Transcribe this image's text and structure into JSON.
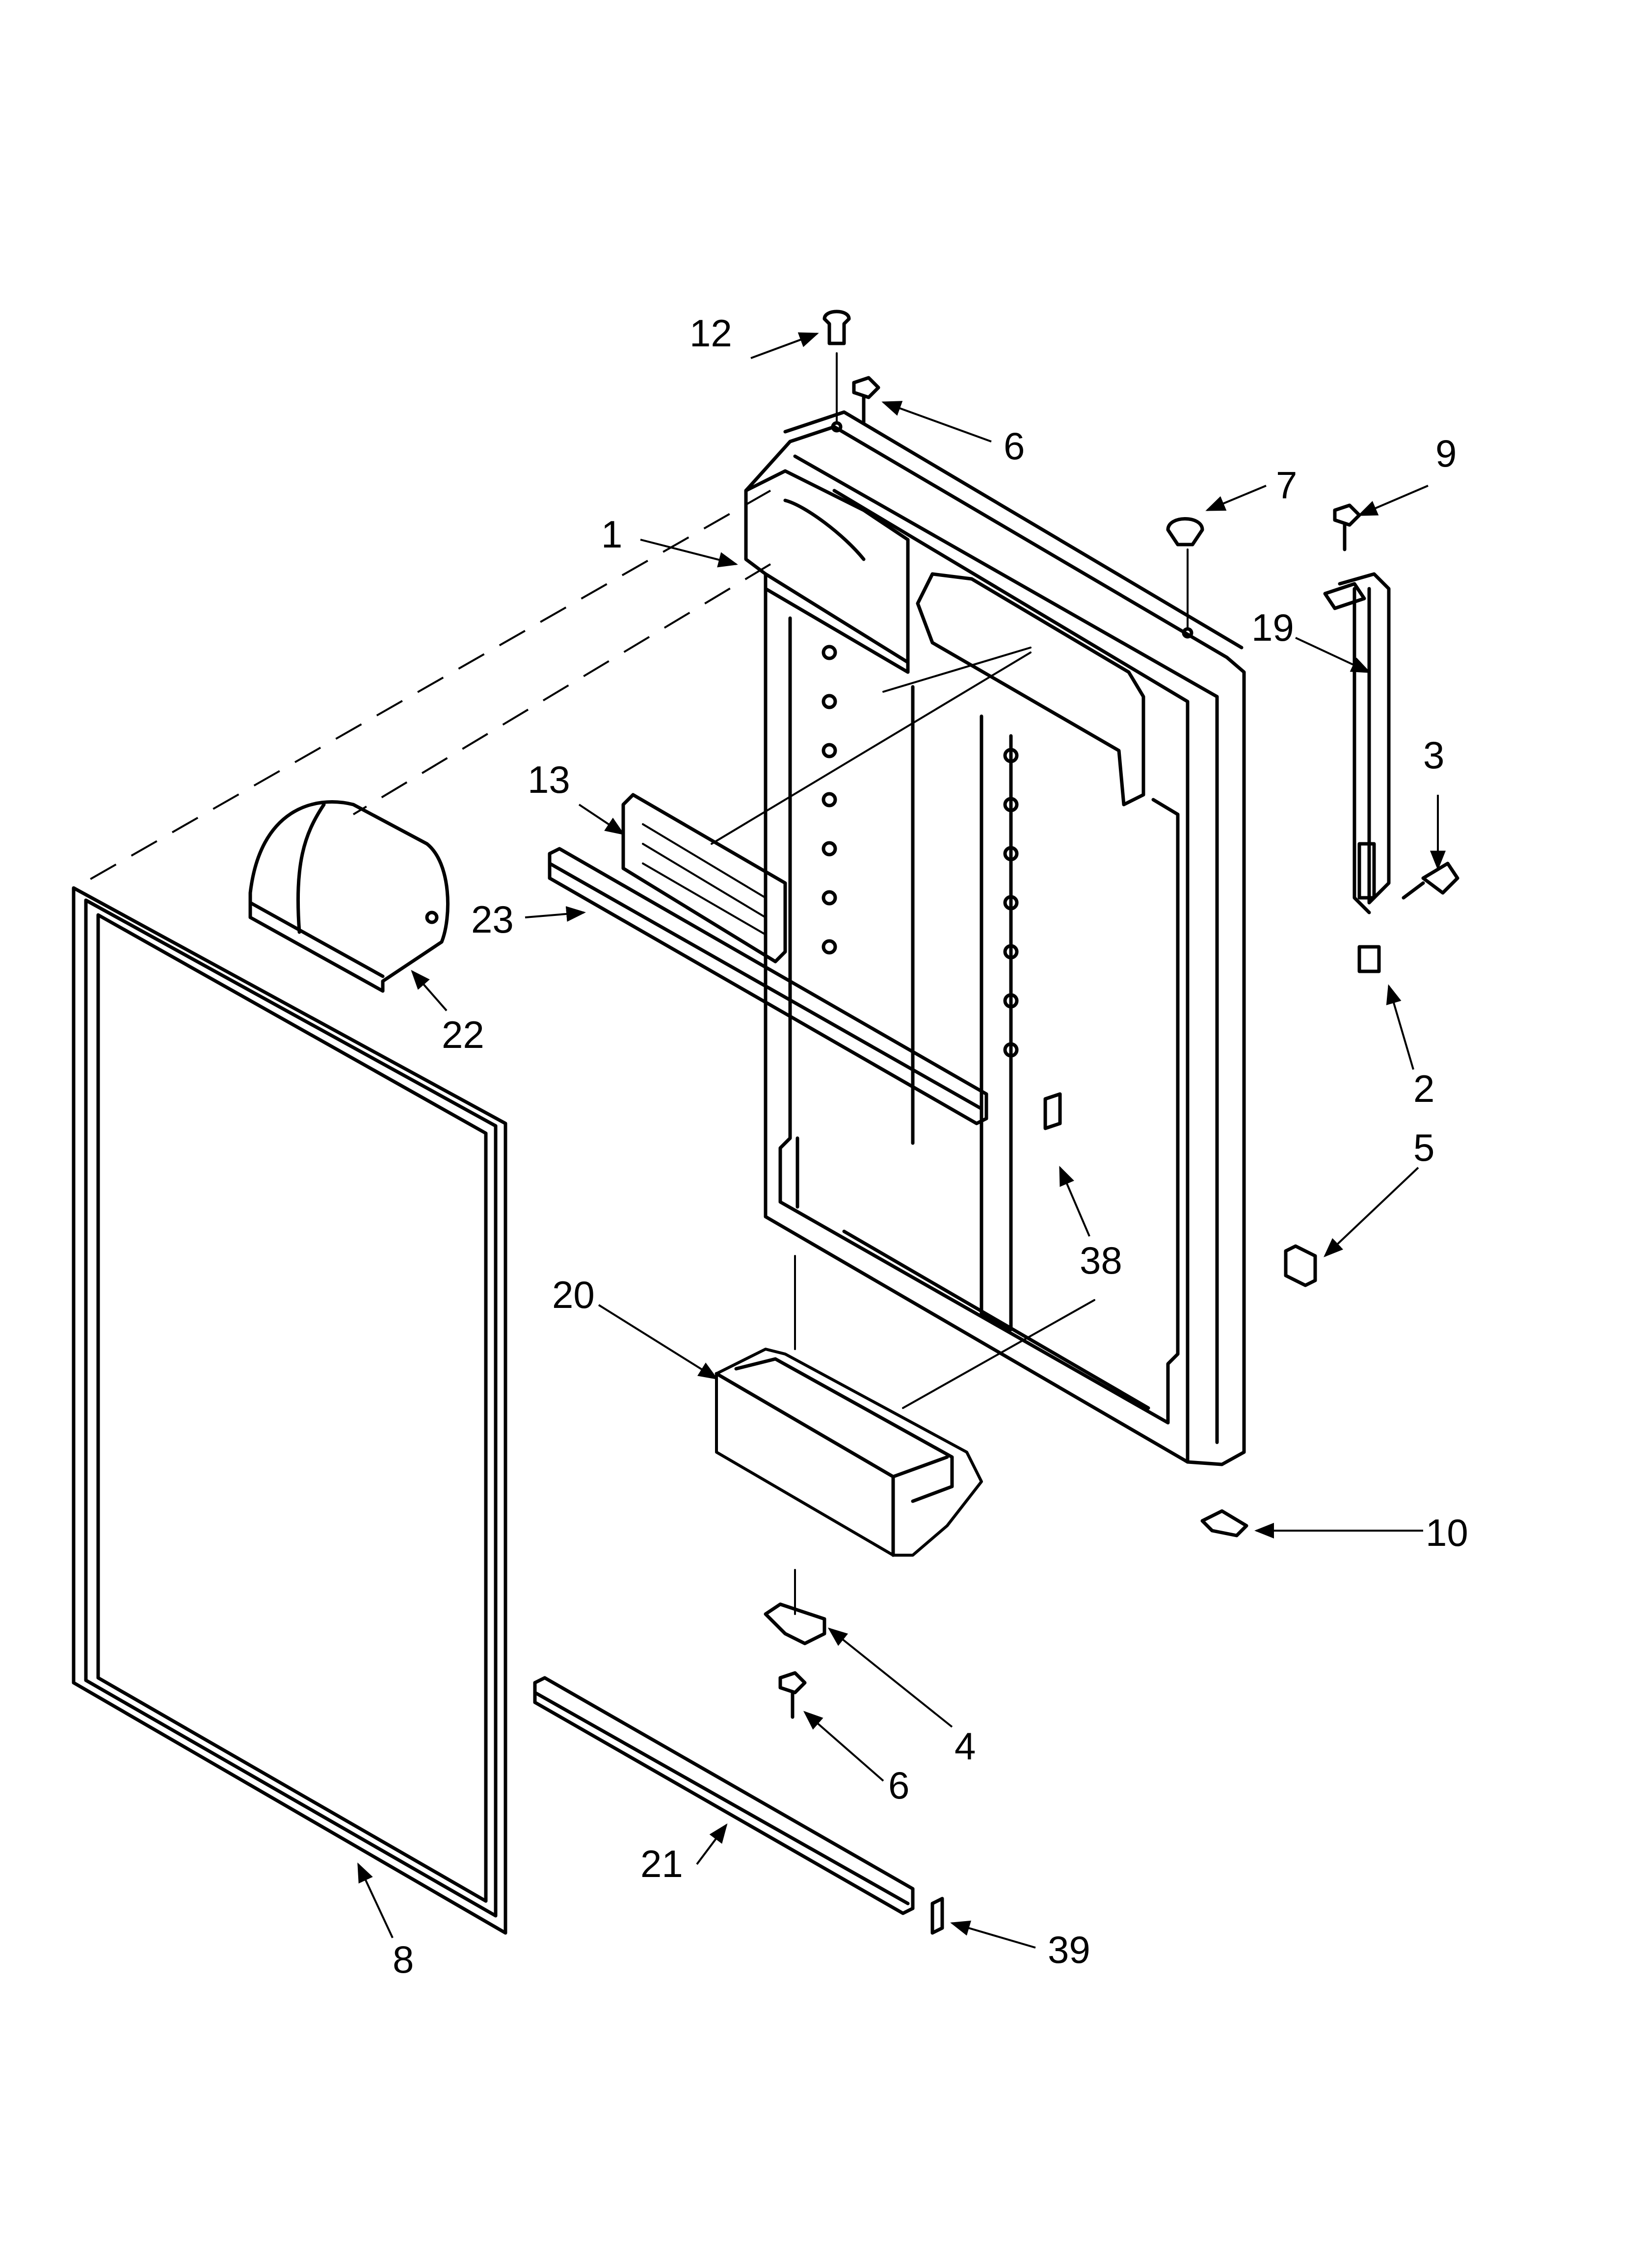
{
  "diagram": {
    "callouts": [
      {
        "id": "c12a",
        "text": "12"
      },
      {
        "id": "c6a",
        "text": "6"
      },
      {
        "id": "c7",
        "text": "7"
      },
      {
        "id": "c9",
        "text": "9"
      },
      {
        "id": "c1",
        "text": "1"
      },
      {
        "id": "c19",
        "text": "19"
      },
      {
        "id": "c3",
        "text": "3"
      },
      {
        "id": "c13",
        "text": "13"
      },
      {
        "id": "c23",
        "text": "23"
      },
      {
        "id": "c22",
        "text": "22"
      },
      {
        "id": "c2",
        "text": "2"
      },
      {
        "id": "c5",
        "text": "5"
      },
      {
        "id": "c38",
        "text": "38"
      },
      {
        "id": "c20",
        "text": "20"
      },
      {
        "id": "c10",
        "text": "10"
      },
      {
        "id": "c4",
        "text": "4"
      },
      {
        "id": "c6b",
        "text": "6"
      },
      {
        "id": "c21",
        "text": "21"
      },
      {
        "id": "c39",
        "text": "39"
      },
      {
        "id": "c8",
        "text": "8"
      }
    ]
  }
}
